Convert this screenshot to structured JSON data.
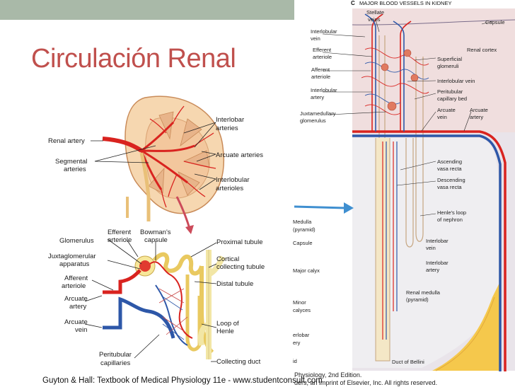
{
  "slide": {
    "title": "Circulación Renal",
    "citation": "Guyton & Hall: Textbook of Medical Physiology 11e - www.studentconsult.com",
    "footer_line1": "Physiology, 2nd Edition.",
    "footer_line2": "ders, an imprint of Elsevier, Inc. All rights reserved."
  },
  "left_diagram": {
    "labels": {
      "renal_artery": "Renal artery",
      "segmental_1": "Segmental",
      "segmental_2": "arteries",
      "interlobar_1": "Interlobar",
      "interlobar_2": "arteries",
      "arcuate": "Arcuate arteries",
      "interlobular_1": "Interlobular",
      "interlobular_2": "arterioles",
      "efferent_1": "Efferent",
      "efferent_2": "arteriole",
      "bowman_1": "Bowman's",
      "bowman_2": "capsule",
      "glomerulus": "Glomerulus",
      "juxta_1": "Juxtaglomerular",
      "juxta_2": "apparatus",
      "afferent_1": "Afferent",
      "afferent_2": "arteriole",
      "arc_artery_1": "Arcuate",
      "arc_artery_2": "artery",
      "arc_vein_1": "Arcuate",
      "arc_vein_2": "vein",
      "peritubular_1": "Peritubular",
      "peritubular_2": "capillaries",
      "proximal": "Proximal tubule",
      "cortical_1": "Cortical",
      "cortical_2": "collecting tubule",
      "distal": "Distal tubule",
      "loop_1": "Loop of",
      "loop_2": "Henle",
      "collecting_duct": "Collecting duct"
    }
  },
  "right_diagram": {
    "header_letter": "C",
    "header": "MAJOR BLOOD VESSELS IN KIDNEY",
    "labels": {
      "stellate_1": "Stellate",
      "stellate_2": "veins",
      "capsule": "Capsule",
      "interlobular_vein_1": "Interlobular",
      "interlobular_vein_2": "vein",
      "efferent_1": "Efferent",
      "efferent_2": "arteriole",
      "afferent_1": "Afferent",
      "afferent_2": "arteriole",
      "interlobular_artery_1": "Interlobular",
      "interlobular_artery_2": "artery",
      "renal_cortex": "Renal cortex",
      "superficial_1": "Superficial",
      "superficial_2": "glomeruli",
      "interlobular_vein_r": "Interlobular vein",
      "peritubular_1": "Peritubular",
      "peritubular_2": "capillary bed",
      "juxta_1": "Juxtamedullary",
      "juxta_2": "glomerulus",
      "arcuate_vein_1": "Arcuate",
      "arcuate_vein_2": "vein",
      "arcuate_artery_1": "Arcuate",
      "arcuate_artery_2": "artery",
      "ascending_1": "Ascending",
      "ascending_2": "vasa recta",
      "descending_1": "Descending",
      "descending_2": "vasa recta",
      "henle_1": "Henle's loop",
      "henle_2": "of nephron",
      "interlobar_vein_1": "Interlobar",
      "interlobar_vein_2": "vein",
      "interlobar_artery_1": "Interlobar",
      "interlobar_artery_2": "artery",
      "medulla_1": "Renal medulla",
      "medulla_2": "(pyramid)",
      "bellini": "Duct of Bellini"
    },
    "side_labels": {
      "s1": "Medulla",
      "s2": "(pyramid)",
      "s3": "Capsule",
      "s4": "Major calyx",
      "s5": "Minor",
      "s6": "calyces",
      "s7": "erlobar",
      "s8": "ery",
      "s9": "id"
    }
  }
}
